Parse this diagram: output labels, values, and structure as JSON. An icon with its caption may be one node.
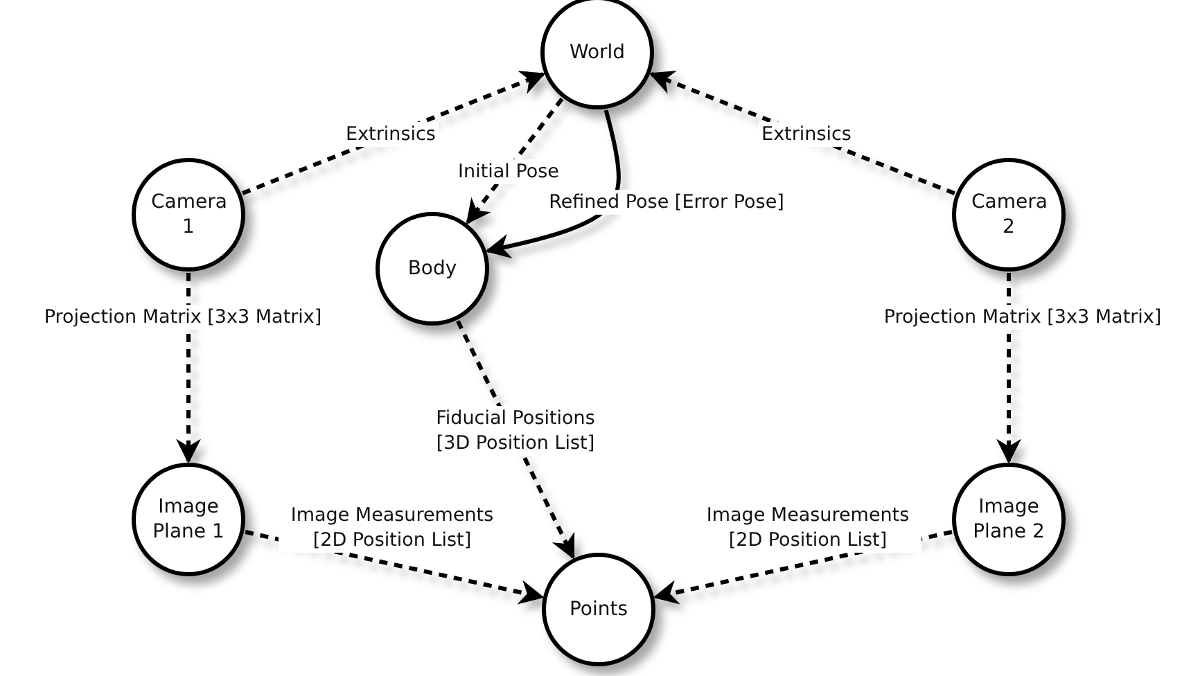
{
  "diagram": {
    "nodes": [
      {
        "text": [
          "World"
        ]
      },
      {
        "text": [
          "Camera 1"
        ]
      },
      {
        "text": [
          "Body"
        ]
      },
      {
        "text": [
          "Camera 2"
        ]
      },
      {
        "text": [
          "Image Plane 1"
        ]
      },
      {
        "text": [
          "Image Plane 2"
        ]
      },
      {
        "text": [
          "Points"
        ]
      }
    ],
    "edges": [
      {
        "from": 1,
        "to": 0,
        "arrow": "to",
        "label": "Extrinsics",
        "style": "dashed"
      },
      {
        "from": 3,
        "to": 0,
        "arrow": "to",
        "label": "Extrinsics",
        "style": "dashed"
      },
      {
        "from": 0,
        "to": 2,
        "arrow": "to",
        "label": "Initial Pose",
        "style": "dashed"
      },
      {
        "from": 0,
        "to": 2,
        "arrow": "to",
        "label": "Refined Pose [Error Pose]"
      },
      {
        "from": 1,
        "to": 4,
        "arrow": "to",
        "label": "Projection Matrix [3x3 Matrix]",
        "style": "dashed"
      },
      {
        "from": 3,
        "to": 5,
        "arrow": "to",
        "label": "Projection Matrix [3x3 Matrix]",
        "style": "dashed"
      },
      {
        "from": 2,
        "to": 6,
        "arrow": "to",
        "label": "Fiducial Positions [3D Position List]",
        "style": "dashed"
      },
      {
        "from": 4,
        "to": 6,
        "arrow": "to",
        "label": "Image Measurements [2D Position List]",
        "style": "dashed"
      },
      {
        "from": 5,
        "to": 6,
        "arrow": "to",
        "label": "Image Measurements [2D Position List]",
        "style": "dashed"
      }
    ]
  }
}
